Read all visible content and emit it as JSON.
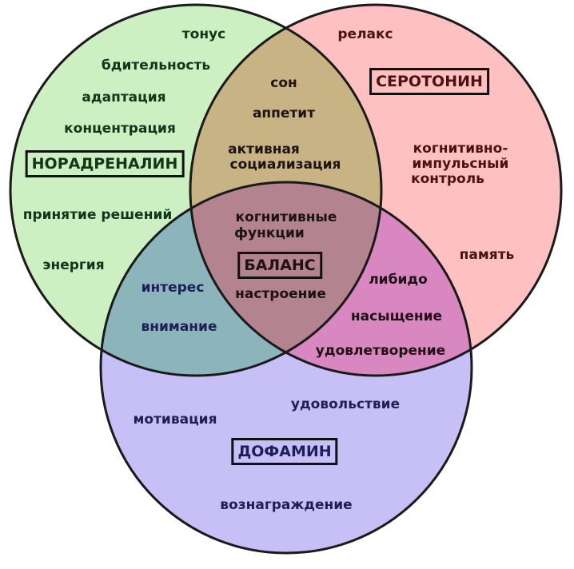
{
  "colors": {
    "noradrenaline_fill": "#ccf0c2",
    "serotonin_fill": "#fec0c0",
    "dopamine_fill": "#c6c0f6",
    "outline": "#1a1a1a"
  },
  "noradrenaline": {
    "label": "НОРАДРЕНАЛИН",
    "items": [
      "тонус",
      "бдительность",
      "адаптация",
      "концентрация",
      "принятие решений",
      "энергия"
    ]
  },
  "serotonin": {
    "label": "СЕРОТОНИН",
    "items": [
      "релакс",
      "когнитивно-",
      "импульсный",
      "контроль",
      "память"
    ]
  },
  "dopamine": {
    "label": "ДОФАМИН",
    "items": [
      "мотивация",
      "удовольствие",
      "вознаграждение"
    ]
  },
  "nor_ser": [
    "сон",
    "аппетит",
    "активная",
    "социализация"
  ],
  "nor_dop": [
    "интерес",
    "внимание"
  ],
  "ser_dop": [
    "либидо",
    "насыщение",
    "удовлетворение"
  ],
  "center": {
    "label": "БАЛАНС",
    "items": [
      "когнитивные",
      "функции",
      "настроение"
    ]
  }
}
